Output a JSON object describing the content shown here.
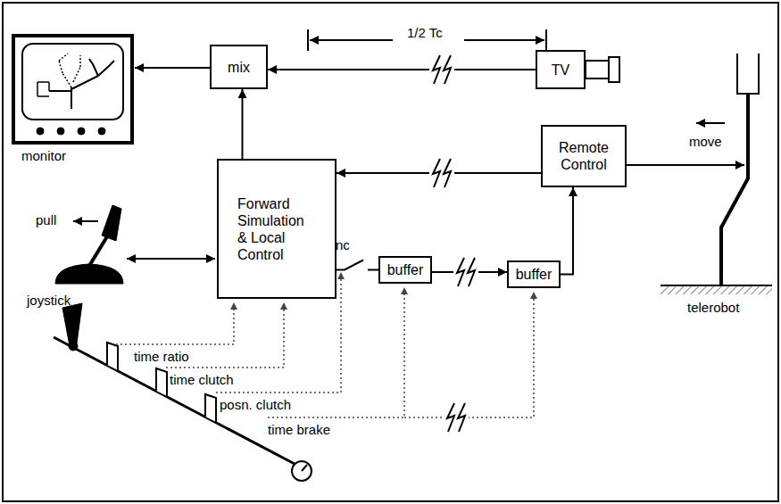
{
  "diagram": {
    "nodes": [
      {
        "text": [
          "mix"
        ]
      },
      {
        "text": [
          "TV"
        ]
      },
      {
        "text": [
          "Forward Simulation & Local Control"
        ]
      },
      {
        "text": [
          "Remote Control"
        ]
      },
      {
        "text": [
          "buffer"
        ]
      },
      {
        "text": [
          "buffer"
        ]
      }
    ],
    "edges": [
      {
        "from": 1,
        "to": 0,
        "arrow": "to"
      },
      {
        "from": 2,
        "to": 0,
        "arrow": "to"
      },
      {
        "from": 3,
        "to": 2,
        "arrow": "to"
      },
      {
        "from": 2,
        "to": 4,
        "arrow": "none"
      },
      {
        "from": 4,
        "to": 5,
        "arrow": "to"
      },
      {
        "from": 5,
        "to": 3,
        "arrow": "to"
      }
    ],
    "labels": [
      "1/2 Tc",
      "monitor",
      "pull",
      "joystick",
      "move",
      "telerobot",
      "nc",
      "time ratio",
      "time clutch",
      "posn. clutch",
      "time brake"
    ]
  }
}
